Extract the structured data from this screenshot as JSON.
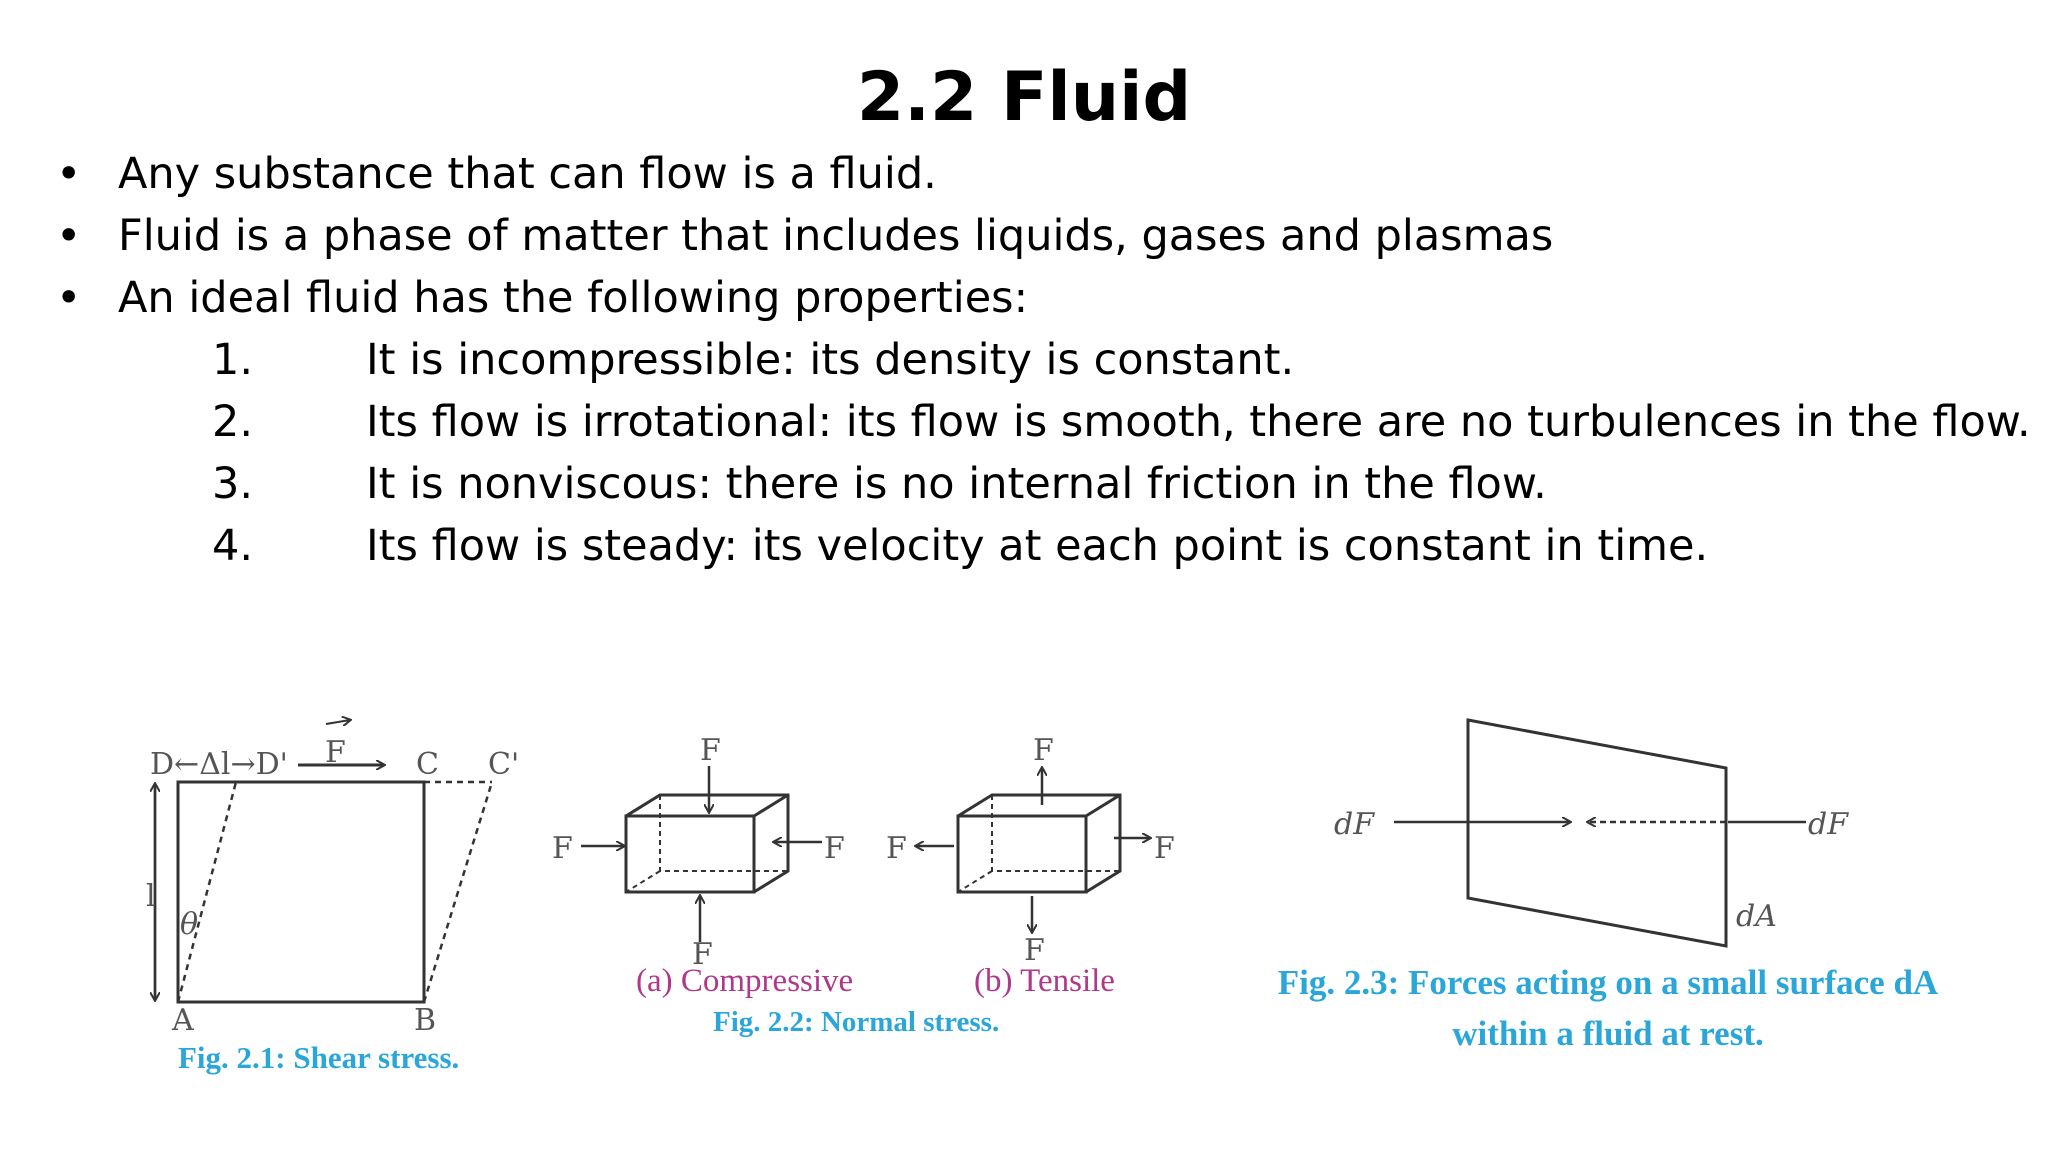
{
  "title": "2.2 Fluid",
  "bullets": [
    "Any substance that can flow is a fluid.",
    "Fluid is a phase of matter that includes liquids, gases and plasmas",
    "An ideal fluid has the following properties:"
  ],
  "properties": [
    {
      "num": "1.",
      "text": "It is incompressible: its density is constant."
    },
    {
      "num": "2.",
      "text": "Its flow is irrotational: its flow is smooth, there are no turbulences in the flow."
    },
    {
      "num": "3.",
      "text": "It is nonviscous: there is no internal friction in the flow."
    },
    {
      "num": "4.",
      "text": "Its flow is steady: its velocity at each point is constant in time."
    }
  ],
  "fig1": {
    "caption": "Fig. 2.1: Shear stress.",
    "labels": {
      "top": "D←Δl→D'",
      "force": "F",
      "c": "C",
      "c_prime": "C'",
      "l": "l",
      "theta": "θ",
      "a": "A",
      "b": "B"
    }
  },
  "fig2": {
    "caption": "Fig. 2.2: Normal stress.",
    "sub_a": "(a) Compressive",
    "sub_b": "(b) Tensile",
    "force_label": "F"
  },
  "fig3": {
    "caption_line1": "Fig. 2.3: Forces acting on a small surface dA",
    "caption_line2": "within a fluid at rest.",
    "labels": {
      "df_left": "dF",
      "df_right": "dF",
      "da": "dA"
    }
  },
  "colors": {
    "caption": "#2aa6d8",
    "subcaption": "#b0388a",
    "diagram": "#333333"
  }
}
